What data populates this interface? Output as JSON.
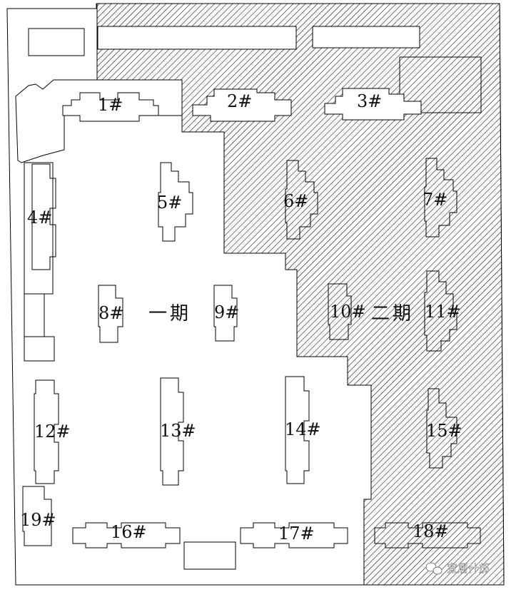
{
  "buildings": [
    {
      "id": "b1",
      "label": "1#"
    },
    {
      "id": "b2",
      "label": "2#"
    },
    {
      "id": "b3",
      "label": "3#"
    },
    {
      "id": "b4",
      "label": "4#"
    },
    {
      "id": "b5",
      "label": "5#"
    },
    {
      "id": "b6",
      "label": "6#"
    },
    {
      "id": "b7",
      "label": "7#"
    },
    {
      "id": "b8",
      "label": "8#"
    },
    {
      "id": "b9",
      "label": "9#"
    },
    {
      "id": "b10",
      "label": "10#"
    },
    {
      "id": "b11",
      "label": "11#"
    },
    {
      "id": "b12",
      "label": "12#"
    },
    {
      "id": "b13",
      "label": "13#"
    },
    {
      "id": "b14",
      "label": "14#"
    },
    {
      "id": "b15",
      "label": "15#"
    },
    {
      "id": "b16",
      "label": "16#"
    },
    {
      "id": "b17",
      "label": "17#"
    },
    {
      "id": "b18",
      "label": "18#"
    },
    {
      "id": "b19",
      "label": "19#"
    }
  ],
  "phases": {
    "phase1": "一期",
    "phase2": "二期"
  },
  "watermark": {
    "icon": "wechat-icon",
    "text": "宜居什邡"
  }
}
